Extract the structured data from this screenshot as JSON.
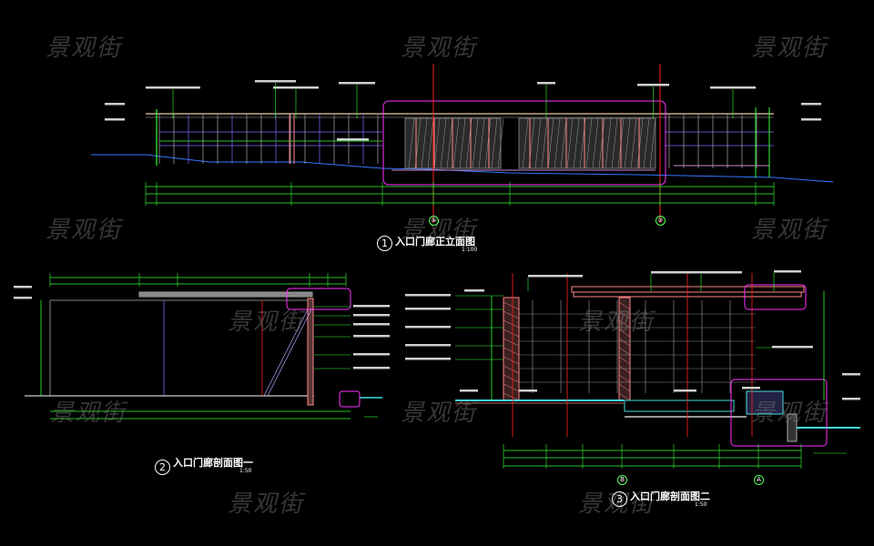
{
  "watermark": "景观街",
  "drawings": [
    {
      "number": "1",
      "title": "入口门廊正立面图",
      "scale": "1:100"
    },
    {
      "number": "2",
      "title": "入口门廊剖面图一",
      "scale": "1:50"
    },
    {
      "number": "3",
      "title": "入口门廊剖面图二",
      "scale": "1:50"
    }
  ],
  "axes": {
    "elevation": [
      "①",
      "②"
    ],
    "section2": [
      "B",
      "A"
    ]
  },
  "colors": {
    "background": "#000000",
    "dimension": "#33ff33",
    "highlight": "#ff33ff",
    "axis": "#ff2222",
    "structure": "#ff8888",
    "ground": "#3377ff",
    "cyan": "#44dddd"
  }
}
